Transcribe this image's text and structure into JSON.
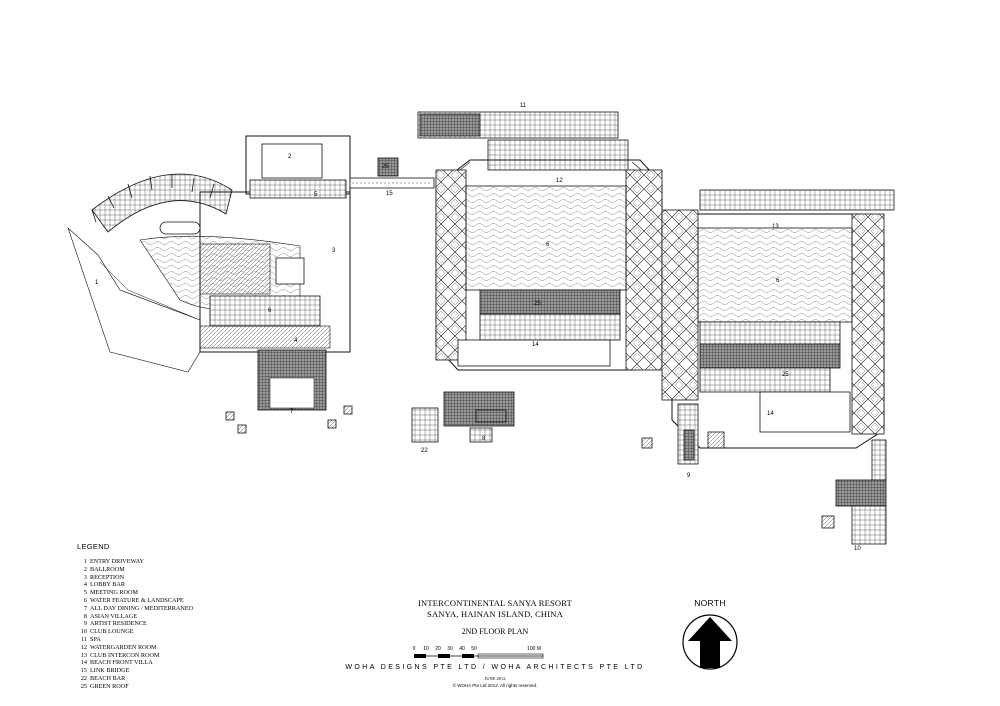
{
  "legend": {
    "title": "LEGEND",
    "items": [
      {
        "num": "1",
        "label": "ENTRY DRIVEWAY"
      },
      {
        "num": "2",
        "label": "BALLROOM"
      },
      {
        "num": "3",
        "label": "RECEPTION"
      },
      {
        "num": "4",
        "label": "LOBBY BAR"
      },
      {
        "num": "5",
        "label": "MEETING ROOM"
      },
      {
        "num": "6",
        "label": "WATER FEATURE & LANDSCAPE"
      },
      {
        "num": "7",
        "label": "ALL DAY DINING / MEDITERRANEO"
      },
      {
        "num": "8",
        "label": "ASIAN VILLAGE"
      },
      {
        "num": "9",
        "label": "ARTIST RESIDENCE"
      },
      {
        "num": "10",
        "label": "CLUB LOUNGE"
      },
      {
        "num": "11",
        "label": "SPA"
      },
      {
        "num": "12",
        "label": "WATERGARDEN ROOM"
      },
      {
        "num": "13",
        "label": "CLUB INTERCON ROOM"
      },
      {
        "num": "14",
        "label": "BEACH FRONT VILLA"
      },
      {
        "num": "15",
        "label": "LINK BRIDGE"
      },
      {
        "num": "22",
        "label": "BEACH BAR"
      },
      {
        "num": "25",
        "label": "GREEN ROOF"
      }
    ]
  },
  "title_block": {
    "project_name": "INTERCONTINENTAL SANYA RESORT",
    "location": "SANYA, HAINAN ISLAND, CHINA",
    "plan_name": "2ND FLOOR PLAN",
    "scale_ticks": [
      "0",
      "10",
      "20",
      "30",
      "40",
      "50",
      "100 M"
    ],
    "firm": "WOHA DESIGNS PTE LTD / WOHA ARCHITECTS PTE LTD",
    "date": "JUNE 2012",
    "copyright": "© WOHA Pte Ltd 2012.  All rights reserved."
  },
  "north_arrow": {
    "label": "NORTH"
  },
  "plan_labels": {
    "entry_driveway": "1",
    "ballroom": "2",
    "reception": "3",
    "lobby_bar": "4",
    "meeting_room": "5",
    "water_feature": "6",
    "all_day_dining": "7",
    "asian_village": "8",
    "artist_residence": "9",
    "club_lounge": "10",
    "spa": "11",
    "watergarden_room": "12",
    "club_intercon_room": "13",
    "beach_front_villa": "14",
    "link_bridge": "15",
    "beach_bar": "22",
    "green_roof": "25"
  }
}
